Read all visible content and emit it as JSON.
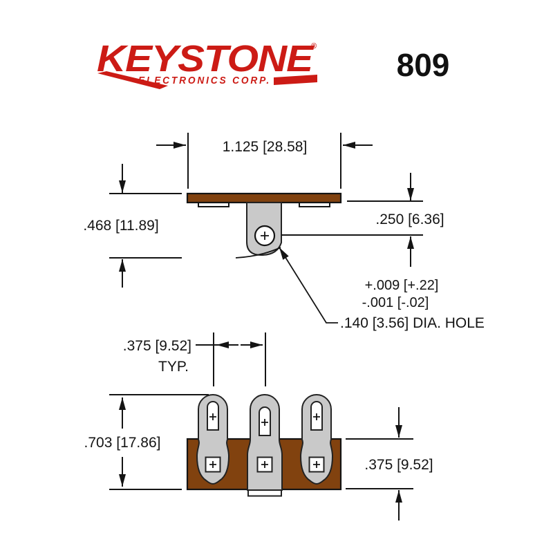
{
  "header": {
    "brand": "KEYSTONE",
    "brand_registered": "®",
    "brand_subtitle": "ELECTRONICS CORP.",
    "part_number": "809"
  },
  "colors": {
    "logo_red": "#cc1b15",
    "board_brown": "#81420f",
    "terminal_gray": "#c9c9c9"
  },
  "top_view": {
    "width_dim": "1.125 [28.58]",
    "left_height_dim": ".468 [11.89]",
    "right_height_dim": ".250 [6.36]",
    "tolerance_plus": "+.009 [+.22]",
    "tolerance_minus": "-.001 [-.02]",
    "hole_dim": ".140 [3.56] DIA. HOLE"
  },
  "bottom_view": {
    "pitch_dim": ".375 [9.52]",
    "pitch_typ": "TYP.",
    "height_dim": ".703 [17.86]",
    "board_height_dim": ".375 [9.52]"
  }
}
